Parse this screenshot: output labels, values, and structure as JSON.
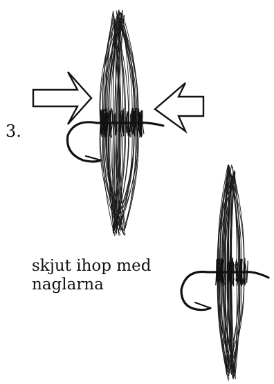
{
  "step": {
    "number": "3."
  },
  "caption": {
    "line1": "skjut ihop med",
    "line2": "naglarna"
  },
  "colors": {
    "ink": "#111111",
    "background": "#ffffff"
  },
  "icons": {
    "left_arrow": "arrow-right-outline-icon",
    "right_arrow": "arrow-left-outline-icon"
  }
}
